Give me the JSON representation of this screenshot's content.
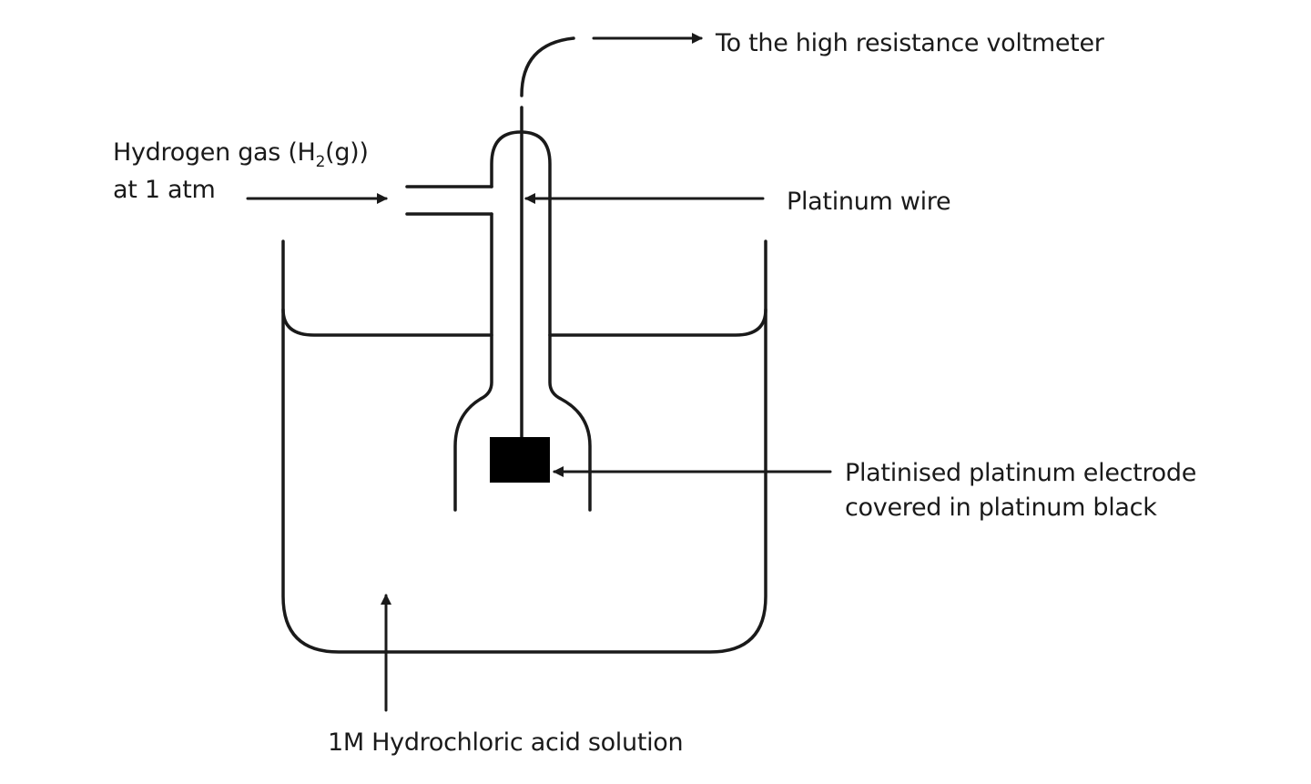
{
  "labels": {
    "voltmeter": "To the high resistance voltmeter",
    "hydrogen_line1_pre": "Hydrogen gas (H",
    "hydrogen_line1_sub": "2",
    "hydrogen_line1_post": "(g))",
    "hydrogen_line2": "at 1 atm",
    "platinum_wire": "Platinum wire",
    "electrode_line1": "Platinised platinum electrode",
    "electrode_line2": "covered in platinum black",
    "acid": "1M Hydrochloric acid solution"
  }
}
